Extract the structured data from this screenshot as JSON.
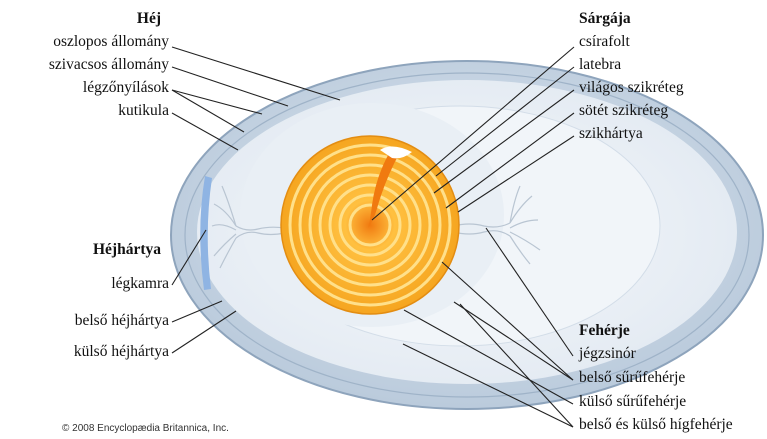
{
  "groups": {
    "shell": {
      "heading": "Héj",
      "items": [
        "oszlopos állomány",
        "szivacsos állomány",
        "légzőnyílások",
        "kutikula"
      ]
    },
    "yolk": {
      "heading": "Sárgája",
      "items": [
        "csírafolt",
        "latebra",
        "világos szikréteg",
        "sötét szikréteg",
        "szikhártya"
      ]
    },
    "membrane": {
      "heading": "Héjhártya",
      "items": [
        "légkamra",
        "belső héjhártya",
        "külső héjhártya"
      ]
    },
    "white": {
      "heading": "Fehérje",
      "items": [
        "jégzsinór",
        "belső sűrűfehérje",
        "külső sűrűfehérje",
        "belső és külső hígfehérje"
      ]
    }
  },
  "copyright": "© 2008 Encyclopædia Britannica, Inc.",
  "colors": {
    "shell": "#c6d4e3",
    "shell_border": "#8ea4bc",
    "thin_white": "#e6edf4",
    "thick_white": "#f4f7fa",
    "yolk_light": "#ffd25a",
    "yolk_dark": "#f2a31e",
    "yolk_core": "#f07a10"
  }
}
